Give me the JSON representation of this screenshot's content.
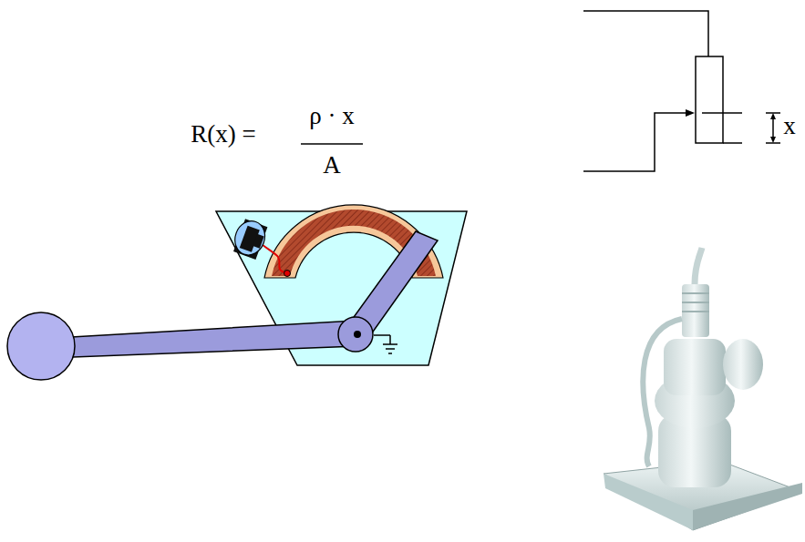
{
  "diagram": {
    "labels": [
      "R(x) =",
      "ρ · x",
      "A",
      "x"
    ]
  }
}
